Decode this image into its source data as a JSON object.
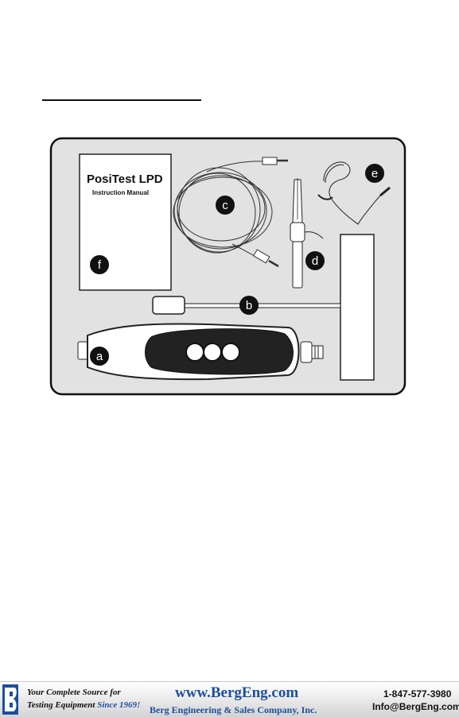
{
  "figure": {
    "manual_title_brand": "PosiTest",
    "manual_title_model": "LPD",
    "manual_subtitle": "Instruction Manual",
    "labels": {
      "a": "a",
      "b": "b",
      "c": "c",
      "d": "d",
      "e": "e",
      "f": "f"
    }
  },
  "footer": {
    "tagline_line1": "Your Complete Source for",
    "tagline_line2": "Testing Equipment",
    "tagline_since": "Since 1969!",
    "website": "www.BergEng.com",
    "company": "Berg Engineering & Sales Company, Inc.",
    "phone": "1-847-577-3980",
    "email": "Info@BergEng.com"
  },
  "colors": {
    "tray": "#e2e2e2",
    "label_circle": "#111111",
    "brand_blue": "#1c4f9c"
  }
}
